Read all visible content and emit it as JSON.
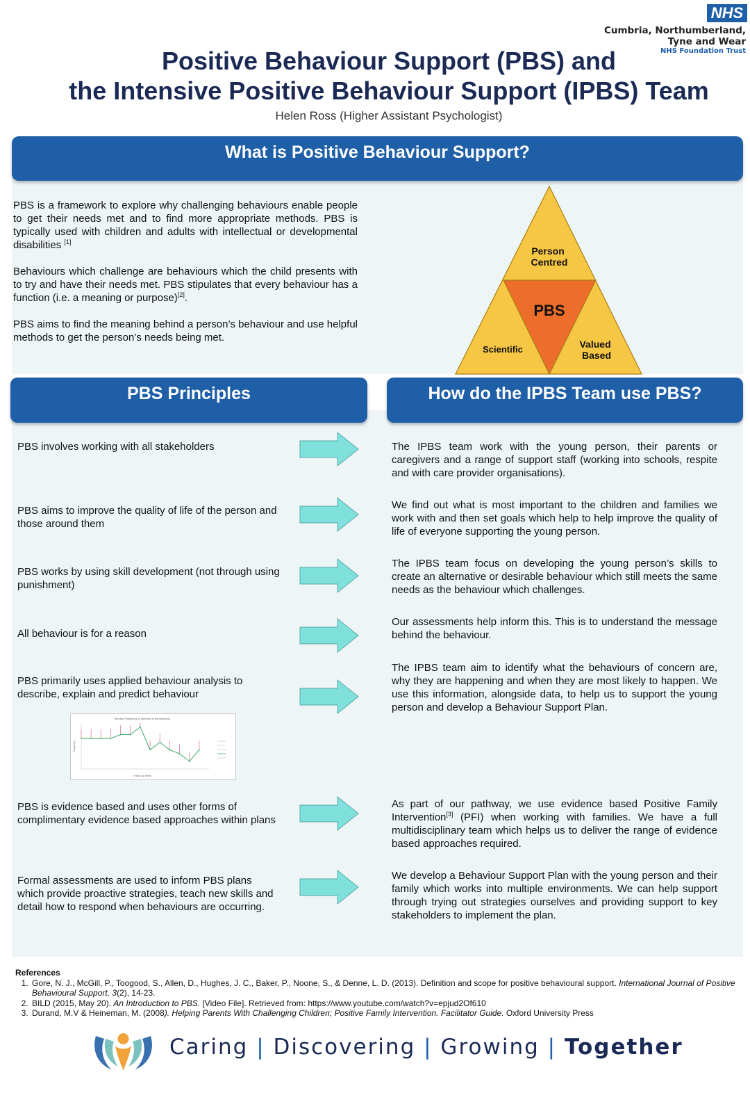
{
  "header": {
    "nhs_logo": "NHS",
    "org_lines": [
      "Cumbria, Northumberland,",
      "Tyne and Wear"
    ],
    "trust": "NHS Foundation Trust",
    "title_line1": "Positive Behaviour Support (PBS) and",
    "title_line2": "the Intensive Positive Behaviour Support (IPBS) Team",
    "author": "Helen Ross (Higher Assistant Psychologist)"
  },
  "what_is": {
    "heading": "What is Positive Behaviour Support?",
    "p1": "PBS is a framework to explore why challenging behaviours enable people to get their needs met and to find more appropriate methods. PBS is typically used with children and adults with intellectual or developmental disabilities ",
    "p1_ref": "[1]",
    "p2": "Behaviours which challenge are behaviours which the child presents with to try and have their needs met. PBS stipulates that every behaviour has a function (i.e. a meaning or purpose)",
    "p2_ref": "[2]",
    "p2_end": ".",
    "p3": "PBS aims to find the meaning behind a person’s behaviour and use helpful methods to get the person’s needs being met."
  },
  "triangle": {
    "top": "Person\nCentred",
    "center": "PBS",
    "left": "Scientific",
    "right": "Valued\nBased",
    "colors": {
      "yellow": "#f6c744",
      "orange": "#ed6d2a",
      "stroke": "#a87e14"
    }
  },
  "principles": {
    "heading": "PBS Principles",
    "items": [
      "PBS involves working with all stakeholders",
      "PBS aims to improve the quality of life of the person and those around them",
      "PBS works by using skill development (not through using punishment)",
      "All behaviour is for a reason",
      "PBS primarily uses applied behaviour analysis to describe, explain and predict behaviour",
      "PBS is evidence based and uses other forms of complimentary evidence based approaches within plans",
      "Formal assessments are used to inform PBS plans which provide proactive strategies, teach new skills and detail how to respond when behaviours are occurring."
    ]
  },
  "ipbs": {
    "heading": "How do the IPBS Team use PBS?",
    "items": [
      "The IPBS team work with the young person, their parents or caregivers and a range of support staff (working into schools, respite and with care provider organisations).",
      "We find out what is most important to the children and families we work with and then set goals which help to help improve the quality of life of everyone supporting the young person.",
      "The IPBS team focus on developing the young person’s skills to create an alternative or desirable behaviour which still meets the same needs as the behaviour which challenges.",
      "Our assessments help inform this. This is to understand the message behind the behaviour.",
      "The IPBS team aim to identify what the behaviours of concern are, why they are happening and when they are most likely to happen. We  use this information, alongside data, to help us to support the young person and develop a Behaviour Support Plan.",
      "As part of our pathway, we use evidence based Positive Family Intervention",
      "We develop a Behaviour Support Plan with the young person and their family which works into multiple environments. We can help support through trying out strategies ourselves and providing support to key stakeholders to implement the plan."
    ],
    "item6_ref": "[3]",
    "item6_rest": " (PFI) when working with families. We have a full multidisciplinary team which helps us to deliver the range of evidence based approaches required."
  },
  "chart_data": {
    "type": "line",
    "title": "Weekly Frequency & Intensity of behaviour(s)",
    "xlabel": "Follow-up Week",
    "ylabel": "Frequency",
    "x": [
      1,
      2,
      3,
      4,
      5,
      6,
      7,
      8,
      9,
      10,
      11,
      12,
      13,
      14
    ],
    "series": [
      {
        "values": [
          4,
          4,
          4,
          4,
          4.5,
          4.5,
          5.5,
          2.5,
          3.5,
          2.5,
          2,
          1,
          2.5,
          null
        ]
      }
    ],
    "ylim": [
      0,
      6
    ],
    "colors": {
      "line": "#39a86a",
      "bars": "#e07a88"
    }
  },
  "references": {
    "heading": "References",
    "items": [
      {
        "pre": "Gore, N. J., McGill, P., Toogood, S., Allen, D., Hughes, J. C., Baker, P., Noone, S., & Denne, L. D. (2013). Definition and scope for positive behavioural support. ",
        "italic": "International Journal of Positive Behavioural Support, 3",
        "post": "(2), 14-23."
      },
      {
        "pre": "BILD (2015, May 20). ",
        "italic": "An Introduction to PBS.",
        "post": " [Video File]. Retrieved from: https://www.youtube.com/watch?v=epjud2Of610"
      },
      {
        "pre": "Durand, M.V & Heineman, M. (2008",
        "italic": "). Helping Parents With Challenging Children; Positive Family Intervention. Facilitator Guide.",
        "post": " Oxford University Press"
      }
    ]
  },
  "footer": {
    "w1": "Caring",
    "w2": "Discovering",
    "w3": "Growing",
    "w4": "Together",
    "sep": "|"
  }
}
